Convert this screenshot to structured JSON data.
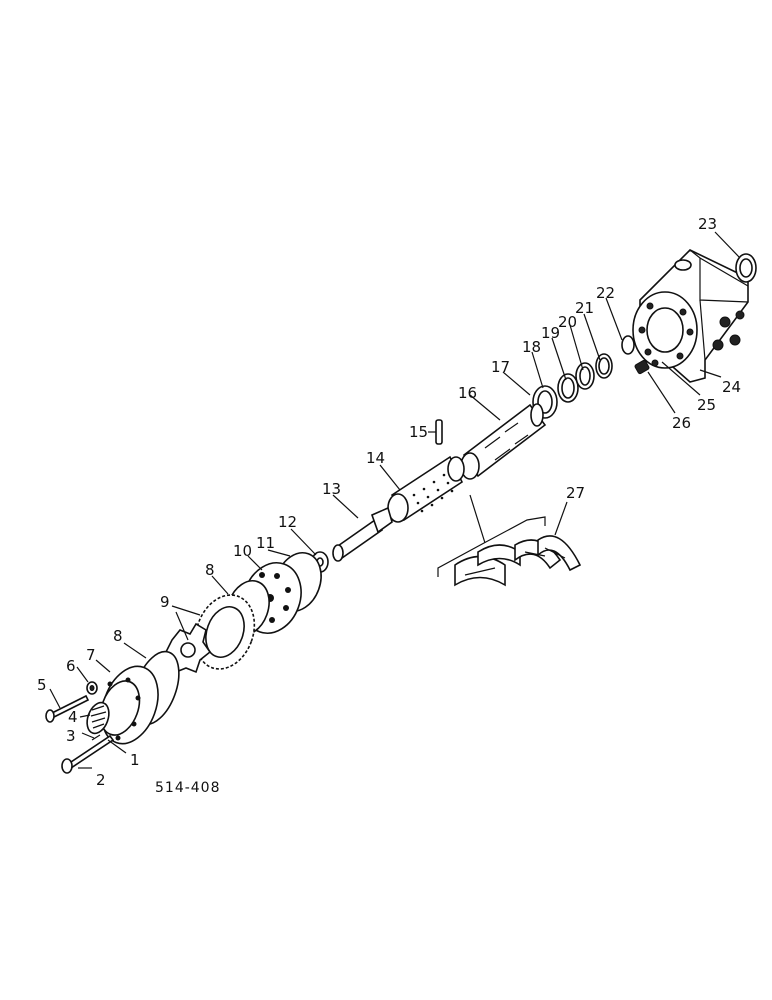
{
  "diagram": {
    "drawing_number": "514-408",
    "callouts": [
      "1",
      "2",
      "3",
      "4",
      "5",
      "6",
      "7",
      "8",
      "8",
      "9",
      "10",
      "11",
      "12",
      "13",
      "14",
      "15",
      "16",
      "17",
      "18",
      "19",
      "20",
      "21",
      "22",
      "23",
      "24",
      "25",
      "26",
      "27"
    ]
  }
}
